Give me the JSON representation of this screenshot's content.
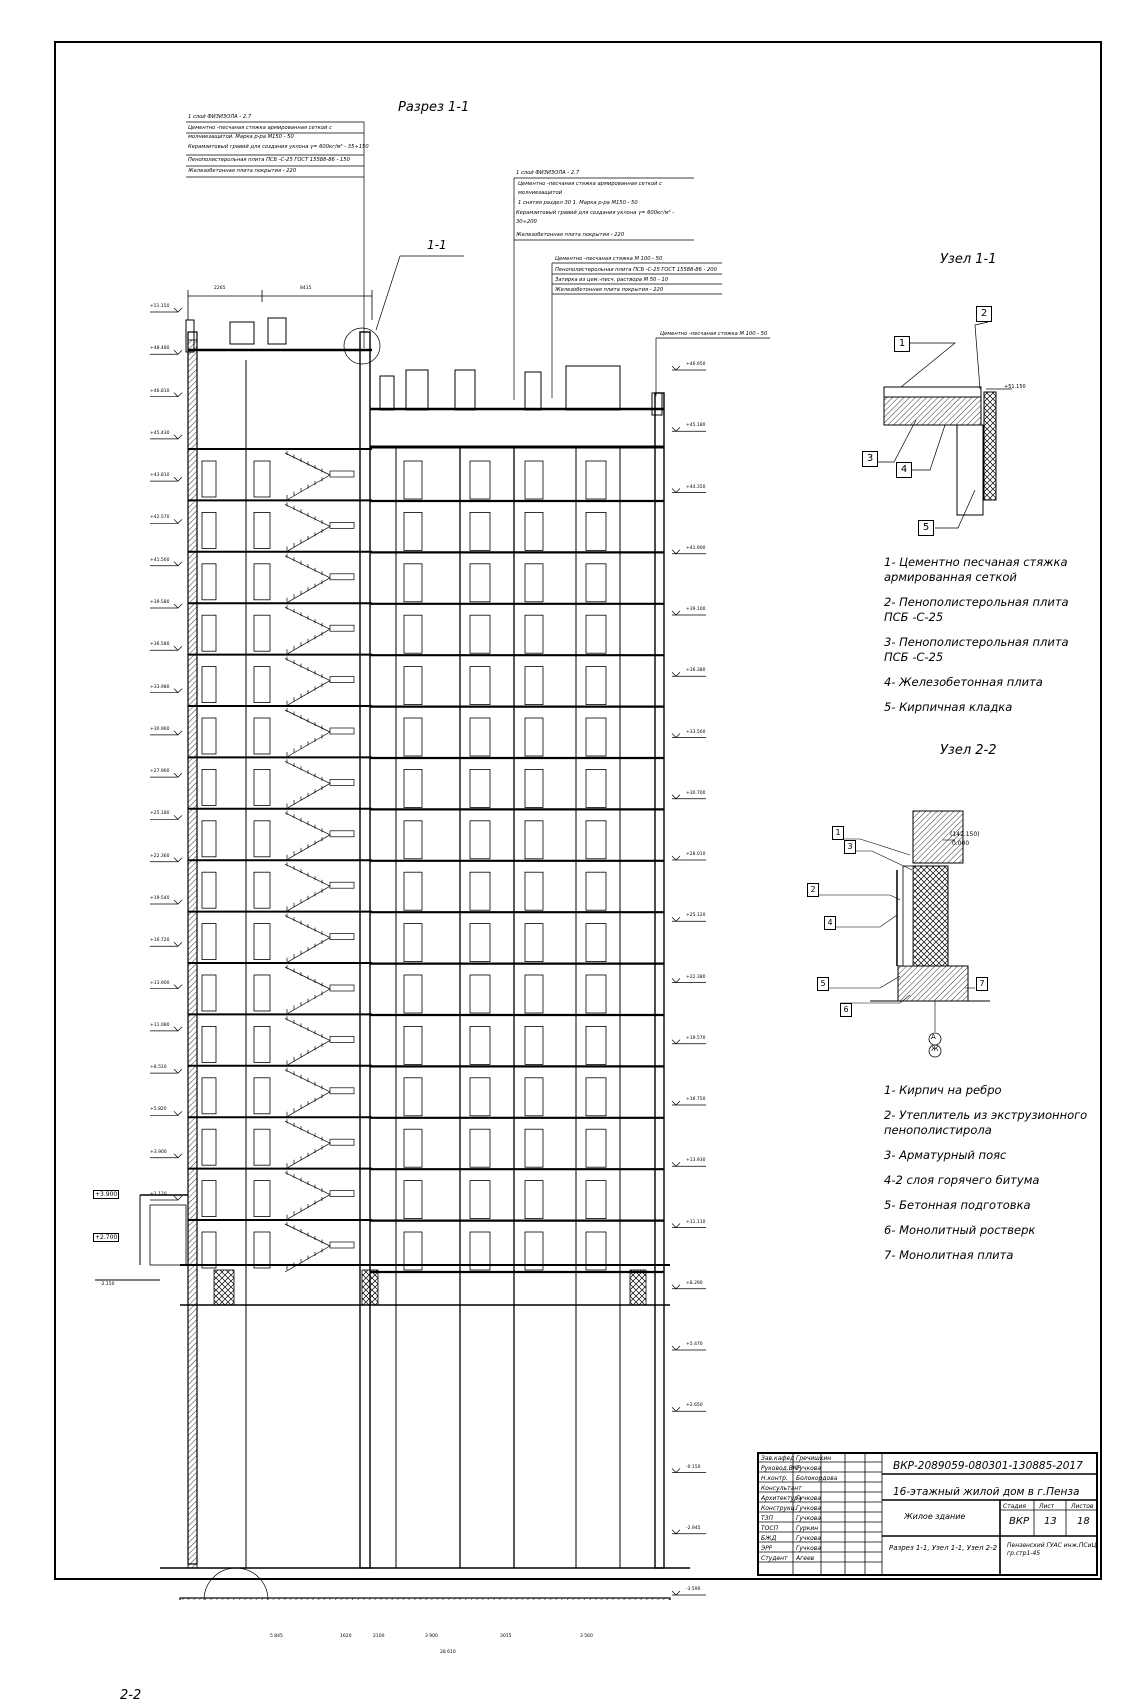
{
  "drawing": {
    "section_title": "Разрез 1-1",
    "section_marker": "1-1",
    "foundation_marker": "2-2",
    "roof_layers_left": [
      "1 слой ФИЗИЗОЛА - 2.7",
      "Цементно -песчаная стяжка армированная сеткой с",
      "молниезащитой. Марка р-ра М150 - 50",
      "Керамзитовый гравий для создания уклона  γ= 600кг/м³ - 35÷150",
      "Пенополистерольная плита ПСБ -С-25  ГОСТ 15588-86 - 150",
      "Железобетонная плита покрытия - 220"
    ],
    "roof_layers_right": [
      "1 слой ФИЗИЗОЛА - 2.7",
      "Цементно -песчаная стяжка армированная сеткой с",
      "молниезащитой",
      "1 снятия раздел 30 1. Марка р-ра М150 - 50",
      "Керамзитовый гравий для создания уклона  γ= 600кг/м³  -",
      "30÷200",
      "Железобетонная плита покрытия   - 220"
    ],
    "floor_layers": [
      "Цементно -песчаная стяжка М 100   - 50",
      "Пенополистерольная плита ПСБ -С-25  ГОСТ 15588-86  - 200",
      "Затирка из цем.-песч. раствора М 50   - 10",
      "Железобетонная плита покрытия   - 220"
    ],
    "top_note": "Цементно -песчаная стяжка М 100 - 50",
    "overall_dims": [
      "2265",
      "8415"
    ],
    "bottom_dims": [
      "5 845",
      "1620",
      "2100",
      "3 900",
      "3015",
      "3 560"
    ],
    "bottom_total": "28 610",
    "left_levels": [
      "+51.150",
      "+48.480",
      "+46.810",
      "+45.430",
      "+43.810",
      "+42.570",
      "+41.560",
      "+39.580",
      "+36.580",
      "+33.980",
      "+30.960",
      "+27.960",
      "+25.180",
      "+22.360",
      "+19.540",
      "+16.720",
      "+13.900",
      "+11.080",
      "+8.510",
      "+5.820",
      "+3.900",
      "+1.120"
    ],
    "right_levels": [
      "+46.950",
      "+45.180",
      "+44.350",
      "+41.900",
      "+39.100",
      "+36.380",
      "+33.560",
      "+30.700",
      "+28.010",
      "+25.120",
      "+22.380",
      "+19.570",
      "+16.750",
      "+13.930",
      "+11.110",
      "+8.290",
      "+5.470",
      "+2.650",
      "-0.150",
      "-2.945",
      "-3.590"
    ],
    "entrance_levels": [
      "+3.900",
      "+2.700"
    ],
    "ground_level": "-2.150",
    "gridline_letters": [
      "",
      "",
      "",
      "",
      "",
      "",
      "",
      ""
    ]
  },
  "node_1": {
    "title": "Узел 1-1",
    "labels": [
      "1",
      "2",
      "3",
      "4",
      "5"
    ],
    "mark": "+51.150",
    "legend": [
      "1- Цементно песчаная стяжка армированная сеткой",
      "2- Пенополистерольная плита ПСБ -С-25",
      "3- Пенополистерольная плита ПСБ -С-25",
      "4- Железобетонная плита",
      "5- Кирпичная кладка"
    ]
  },
  "node_2": {
    "title": "Узел 2-2",
    "labels": [
      "1",
      "2",
      "3",
      "4",
      "5",
      "6",
      "7"
    ],
    "marks": [
      "(142.150)",
      "0.000"
    ],
    "axes": [
      "А",
      "Ж"
    ],
    "legend": [
      "1- Кирпич на ребро",
      "2- Утеплитель из экструзионного пенополистирола",
      "3- Арматурный пояс",
      "4-2  слоя горячего битума",
      "5- Бетонная подготовка",
      "6- Монолитный ростверк",
      "7- Монолитная плита"
    ]
  },
  "stamp": {
    "code": "ВКР-2089059-080301-130885-2017",
    "project": "16-этажный жилой дом в г.Пенза",
    "building": "Жилое здание",
    "sheet_title": "Разрез 1-1, Узел 1-1, Узел 2-2",
    "org": "Пензенский ГУАС инж.ПСиЦ гр.стр1-45",
    "stage_label": "Стадия",
    "sheet_label": "Лист",
    "sheets_label": "Листов",
    "stage": "ВКР",
    "sheet": "13",
    "sheets": "18",
    "roles": [
      "Зав.кафед",
      "Руковод.ВКР",
      "Н.контр.",
      "Консультант",
      "Архитектура",
      "Конструкц.",
      "ТЗП",
      "ТОСП",
      "БЖД",
      "ЭРР",
      "Студент"
    ],
    "names": [
      "Гречишкин",
      "Гучкова",
      "Болокордова",
      "",
      "Гучкова",
      "Гучкова",
      "Гучкова",
      "Гуркин",
      "Гучкова",
      "Гучкова",
      "Агеев"
    ]
  }
}
